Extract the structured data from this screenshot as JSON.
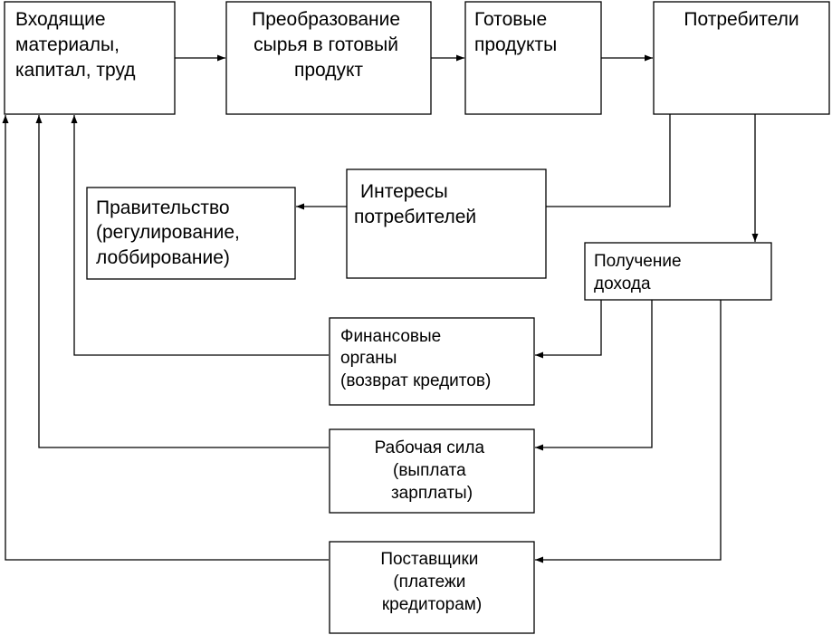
{
  "nodes": {
    "inputs": {
      "lines": [
        "Входящие",
        "материалы,",
        "капитал, труд"
      ]
    },
    "transform": {
      "lines": [
        "Преобразование",
        "сырья в готовый",
        "продукт"
      ]
    },
    "products": {
      "lines": [
        "Готовые",
        "продукты"
      ]
    },
    "consumers": {
      "lines": [
        "Потребители"
      ]
    },
    "interests": {
      "lines": [
        "Интересы",
        "потребителей"
      ]
    },
    "government": {
      "lines": [
        "Правительство",
        "(регулирование,",
        "лоббирование)"
      ]
    },
    "income": {
      "lines": [
        "Получение",
        "дохода"
      ]
    },
    "finance": {
      "lines": [
        "Финансовые",
        "органы",
        "(возврат кредитов)"
      ]
    },
    "labor": {
      "lines": [
        "Рабочая сила",
        "(выплата",
        "зарплаты)"
      ]
    },
    "suppliers": {
      "lines": [
        "Поставщики",
        "(платежи",
        "кредиторам)"
      ]
    }
  },
  "edges": [
    {
      "from": "inputs",
      "to": "transform"
    },
    {
      "from": "transform",
      "to": "products"
    },
    {
      "from": "products",
      "to": "consumers"
    },
    {
      "from": "consumers",
      "to": "interests"
    },
    {
      "from": "interests",
      "to": "government"
    },
    {
      "from": "consumers",
      "to": "income"
    },
    {
      "from": "income",
      "to": "finance"
    },
    {
      "from": "income",
      "to": "labor"
    },
    {
      "from": "income",
      "to": "suppliers"
    },
    {
      "from": "finance",
      "to": "inputs"
    },
    {
      "from": "labor",
      "to": "inputs"
    },
    {
      "from": "suppliers",
      "to": "inputs"
    }
  ]
}
